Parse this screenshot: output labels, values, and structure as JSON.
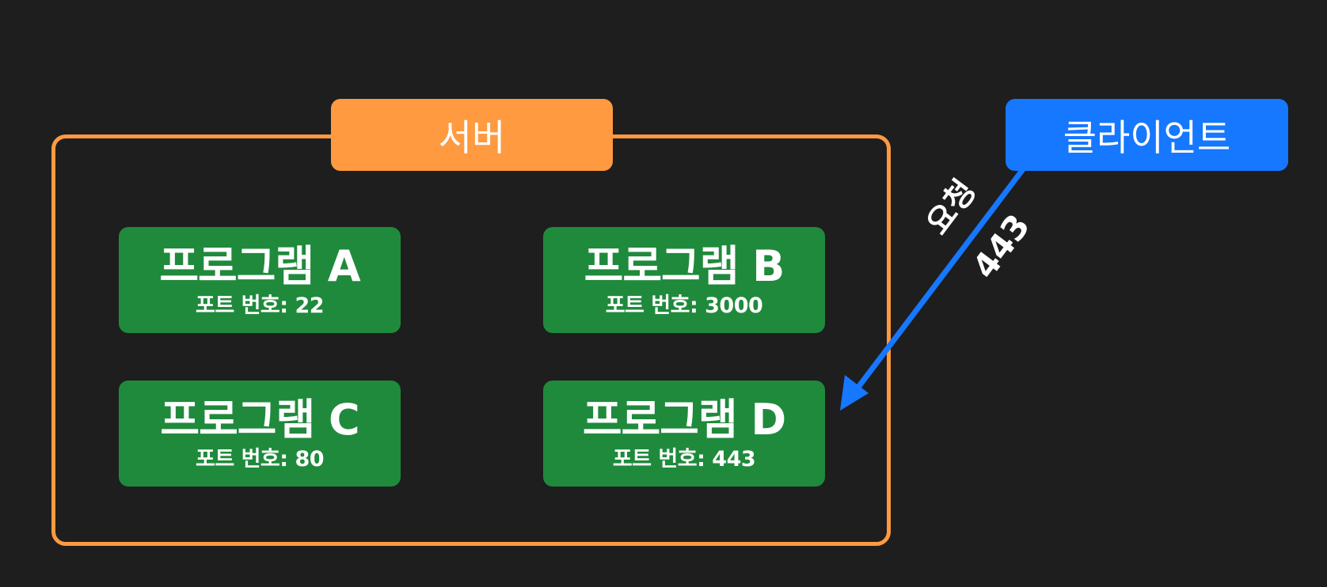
{
  "server": {
    "label": "서버"
  },
  "client": {
    "label": "클라이언트"
  },
  "programs": [
    {
      "name": "프로그램 A",
      "port_text": "포트 번호: 22"
    },
    {
      "name": "프로그램 B",
      "port_text": "포트 번호: 3000"
    },
    {
      "name": "프로그램 C",
      "port_text": "포트 번호: 80"
    },
    {
      "name": "프로그램 D",
      "port_text": "포트 번호: 443"
    }
  ],
  "request": {
    "label": "요청",
    "port": "443"
  },
  "colors": {
    "background": "#1e1e1e",
    "server": "#ff9a40",
    "client": "#1677ff",
    "program": "#1f8a3c",
    "arrow": "#1677ff"
  }
}
